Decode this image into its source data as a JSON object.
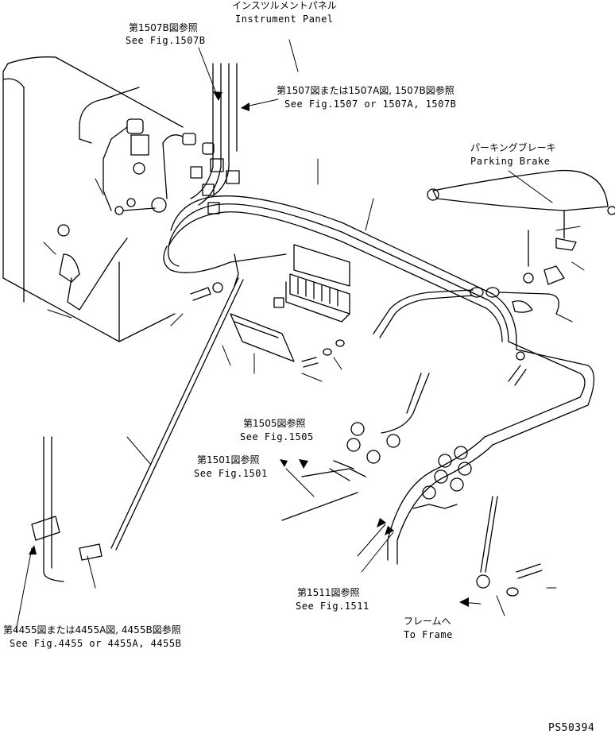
{
  "labels": {
    "instrument_jp": "インスツルメントパネル",
    "instrument_en": "Instrument Panel",
    "fig1507b_jp": "第1507B図参照",
    "fig1507b_en": "See Fig.1507B",
    "fig1507_jp": "第1507図または1507A図, 1507B図参照",
    "fig1507_en": "See Fig.1507 or 1507A, 1507B",
    "parking_jp": "パーキングブレーキ",
    "parking_en": "Parking Brake",
    "fig1505_jp": "第1505図参照",
    "fig1505_en": "See Fig.1505",
    "fig1501_jp": "第1501図参照",
    "fig1501_en": "See Fig.1501",
    "fig1511_jp": "第1511図参照",
    "fig1511_en": "See Fig.1511",
    "frame_jp": "フレームへ",
    "frame_en": "To Frame",
    "fig4455_jp": "第4455図または4455A図, 4455B図参照",
    "fig4455_en": "See Fig.4455 or 4455A, 4455B",
    "drawing_number": "PS50394"
  }
}
